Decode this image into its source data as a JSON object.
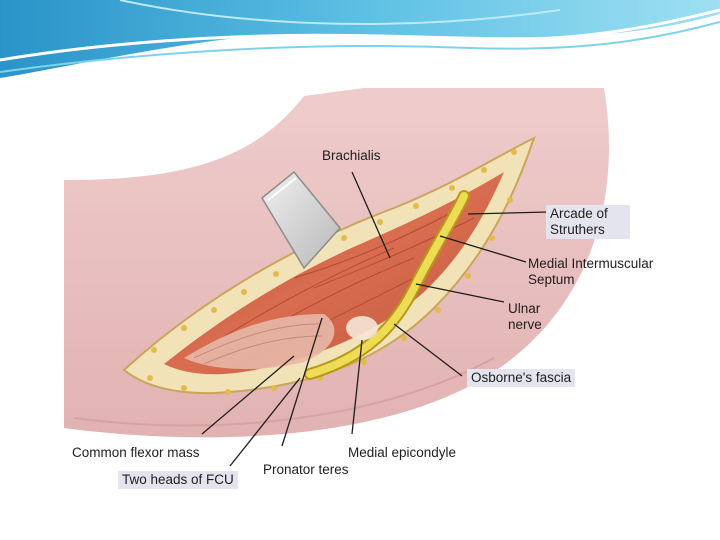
{
  "labels": {
    "brachialis": "Brachialis",
    "arcade_of_struthers": "Arcade of Struthers",
    "medial_intermuscular_septum": "Medial Intermuscular Septum",
    "ulnar_nerve": "Ulnar nerve",
    "osbornes_fascia": "Osborne's fascia",
    "common_flexor_mass": "Common flexor mass",
    "two_heads_of_fcu": "Two heads of FCU",
    "pronator_teres": "Pronator teres",
    "medial_epicondyle": "Medial epicondyle"
  },
  "colors": {
    "banner_blue": "#3aa7d6",
    "skin": "#e9c3c3",
    "muscle": "#c8553a",
    "nerve": "#e6cf3a",
    "label_box": "#e4e4ef"
  }
}
